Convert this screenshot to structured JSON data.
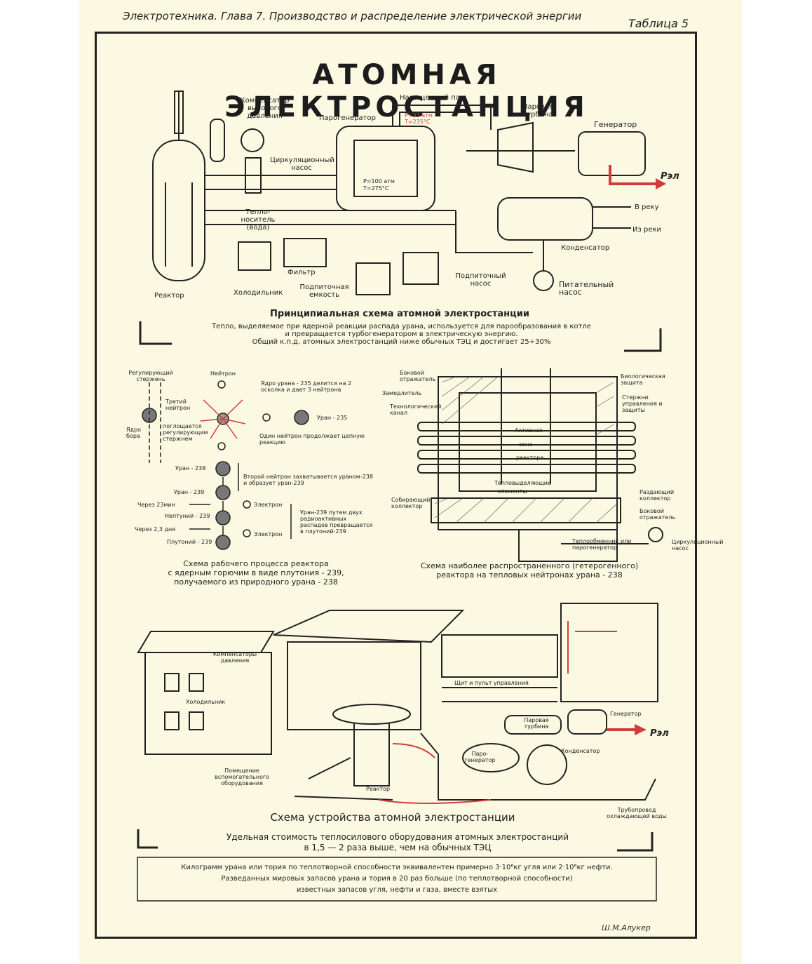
{
  "header": {
    "left": "Электротехника. Глава 7. Производство и распределение электрической энергии",
    "right": "Таблица 5"
  },
  "title": "АТОМНАЯ ЭЛЕКТРОСТАНЦИЯ",
  "top_diagram": {
    "labels": {
      "compensator": "Компенсатор высокого давления",
      "saturated_steam": "Насыщенный пар",
      "steam_generator": "Парогенератор",
      "steam_turbine": "Паровая турбина",
      "generator": "Генератор",
      "pump_circ": "Циркуляционный насос",
      "p_low": "P=32 атм",
      "t_low": "T=235°C",
      "p_high": "P=100 атм",
      "t_high": "T=275°C",
      "coolant": "Тепло-носитель (вода)",
      "to_river": "В реку",
      "from_river": "Из реки",
      "condenser": "Конденсатор",
      "filter": "Фильтр",
      "reactor": "Реактор",
      "cooler": "Холодильник",
      "makeup_tank": "Подпиточная емкость",
      "makeup_pump": "Подпиточный насос",
      "feed_pump": "Питательный насос",
      "p_el": "Pэл"
    },
    "caption": "Принципиальная схема атомной электростанции",
    "note_lines": [
      "Тепло, выделяемое при ядерной реакции распада урана, используется для парообразования в котле",
      "и превращается турбогенератором в электрическую энергию.",
      "Общий к.п.д. атомных электростанций ниже обычных ТЭЦ и достигает 25÷30%"
    ]
  },
  "left_diagram": {
    "labels": {
      "control_rod": "Регулирующий стержень",
      "neutron": "Нейтрон",
      "split_note": "Ядро урана - 235 делится на 2 осколка и дает 3 нейтрона",
      "third_neutron": "Третий нейтрон",
      "boron": "Ядро бора",
      "absorbed": "поглощается регулирующим стержнем",
      "u235": "Уран - 235",
      "one_neutron": "Один нейтрон продолжает цепную реакцию",
      "u238": "Уран - 238",
      "second_neutron": "Второй нейтрон захватывается ураном-238 и образует уран-239",
      "u239": "Уран - 239",
      "after23": "Через 23мин",
      "electron1": "Электрон",
      "u239_note": "Уран-239 путем двух радиоактивных распадов превращается в плутоний-239",
      "neptunium": "Нептуний - 239",
      "after23d": "Через 2,3 дня",
      "electron2": "Электрон",
      "plutonium": "Плутоний - 239"
    },
    "caption_lines": [
      "Схема рабочего процесса реактора",
      "с ядерным горючим в виде плутония - 239,",
      "получаемого из природного урана - 238"
    ]
  },
  "right_diagram": {
    "labels": {
      "side_reflector": "Боковой отражатель",
      "moderator": "Замедлитель",
      "tech_channel": "Технологический канал",
      "bio_shield": "Биологическая защита",
      "rods": "Стержни управления и защиты",
      "active_zone_1": "Активная",
      "active_zone_2": "зона",
      "active_zone_3": "реактора",
      "fuel_1": "Тепловыделяющие",
      "fuel_2": "элементы",
      "collecting": "Собирающий коллектор",
      "distributing": "Раздающий коллектор",
      "side_reflector2": "Боковой отражатель",
      "heat_exchanger": "Теплообменник или парогенератор",
      "circ_pump": "Циркуляционный насос"
    },
    "caption_lines": [
      "Схема наиболее распространенного (гетерогенного)",
      "реактора на тепловых нейтронах урана - 238"
    ]
  },
  "bottom_diagram": {
    "labels": {
      "compensators": "Компенсаторы давления",
      "cooler": "Холодильник",
      "control_panel": "Щит и пульт управления",
      "turbine": "Паровая турбина",
      "generator": "Генератор",
      "p_el": "Pэл",
      "steam_gen": "Паро-генератор",
      "condenser": "Конденсатор",
      "aux_room": "Помещение вспомогательного оборудования",
      "reactor": "Реактор",
      "pipeline": "Трубопровод охлаждающей воды"
    },
    "caption": "Схема устройства атомной электростанции",
    "note_lines": [
      "Удельная стоимость теплосилового оборудования атомных электростанций",
      "в 1,5 — 2 раза выше, чем на обычных ТЭЦ"
    ]
  },
  "footer_box": {
    "lines": [
      "Килограмм урана или тория по теплотворной способности эквивалентен примерно 3·10⁶кг угля или 2·10⁶кг нефти.",
      "Разведанных мировых запасов урана и тория в 20 раз больше (по теплотворной способности)",
      "известных запасов угля, нефти и газа, вместе взятых"
    ]
  },
  "signature": "Ш.М.Алукер",
  "colors": {
    "paper": "#fbf9e1",
    "ink": "#1b1b1b",
    "accent_red": "#d23c3c"
  }
}
